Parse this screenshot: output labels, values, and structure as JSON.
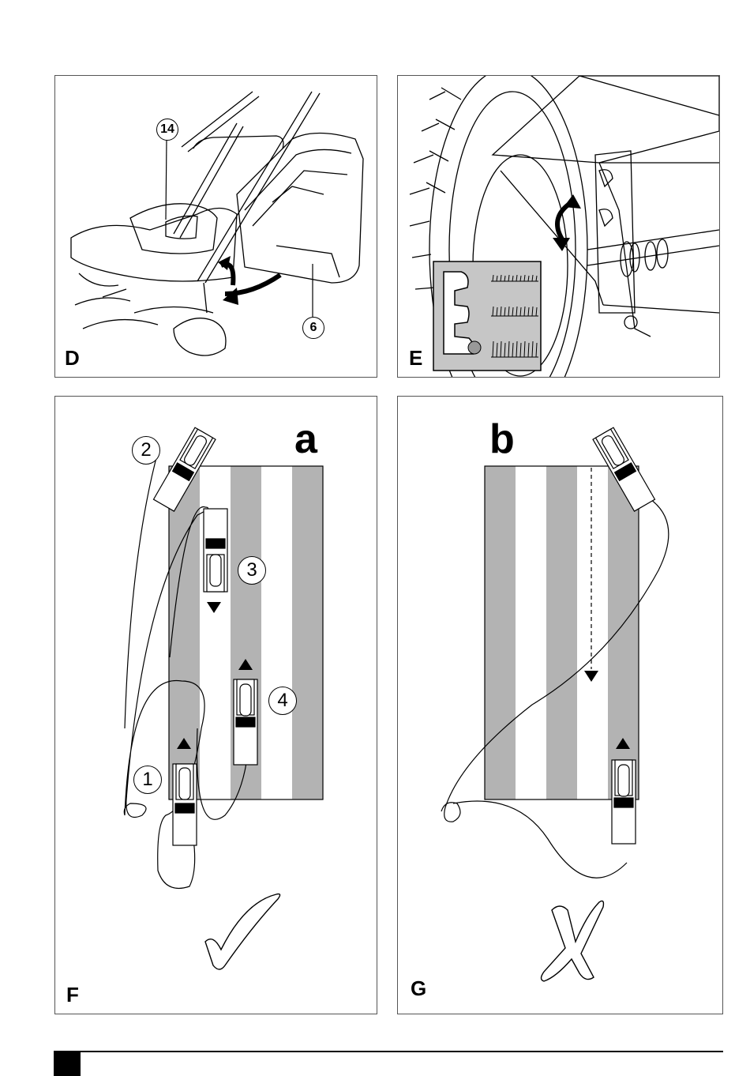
{
  "panels": {
    "d": {
      "letter": "D",
      "callouts": [
        "14",
        "6"
      ]
    },
    "e": {
      "letter": "E"
    },
    "f": {
      "letter": "F",
      "variant": "a",
      "steps": [
        "1",
        "2",
        "3",
        "4"
      ],
      "verdict": "check-mark-icon"
    },
    "g": {
      "letter": "G",
      "variant": "b",
      "verdict": "cross-mark-icon"
    }
  },
  "colors": {
    "stripe_gray": "#b3b3b3",
    "ink": "#000000",
    "inset_gray": "#c6c6c6"
  }
}
